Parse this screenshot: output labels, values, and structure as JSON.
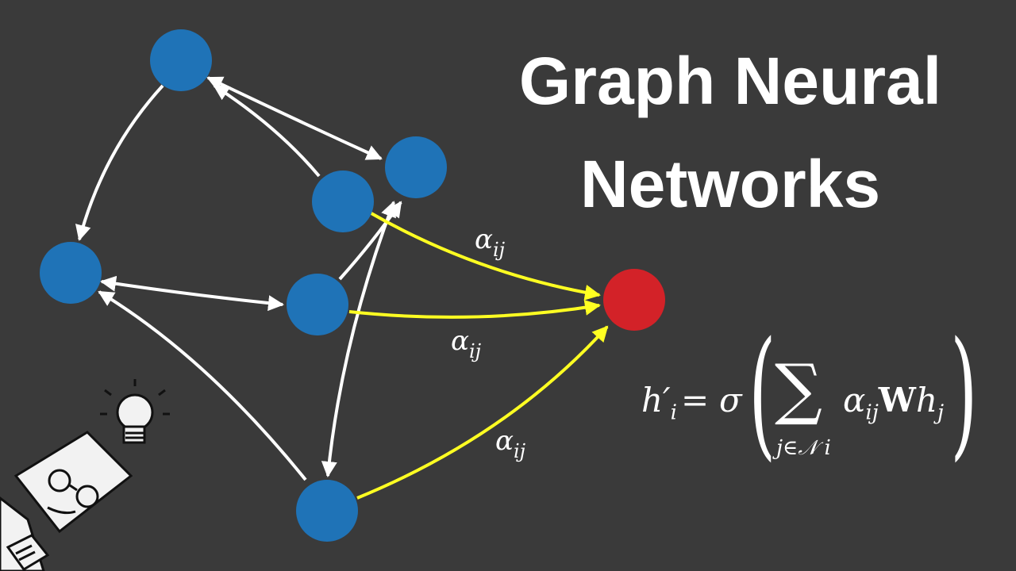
{
  "title": {
    "line1": "Graph Neural",
    "line2": "Networks"
  },
  "edge_labels": [
    {
      "alpha": "α",
      "sub": "ij"
    },
    {
      "alpha": "α",
      "sub": "ij"
    },
    {
      "alpha": "α",
      "sub": "ij"
    }
  ],
  "formula": {
    "lhs": "h′",
    "lhs_sub": "i",
    "eq": "=",
    "sigma": "σ",
    "sum": "∑",
    "sum_index": "j∈𝒩 i",
    "alpha": "α",
    "alpha_sub": "ij",
    "W": "W",
    "h": "h",
    "h_sub": "j"
  },
  "colors": {
    "background": "#3a3a3a",
    "node": "#1f73b7",
    "target_node": "#d32228",
    "edge": "#ffffff",
    "attention_edge": "#ffff22"
  },
  "icons": [
    "professor-mascot-icon",
    "lightbulb-icon"
  ]
}
